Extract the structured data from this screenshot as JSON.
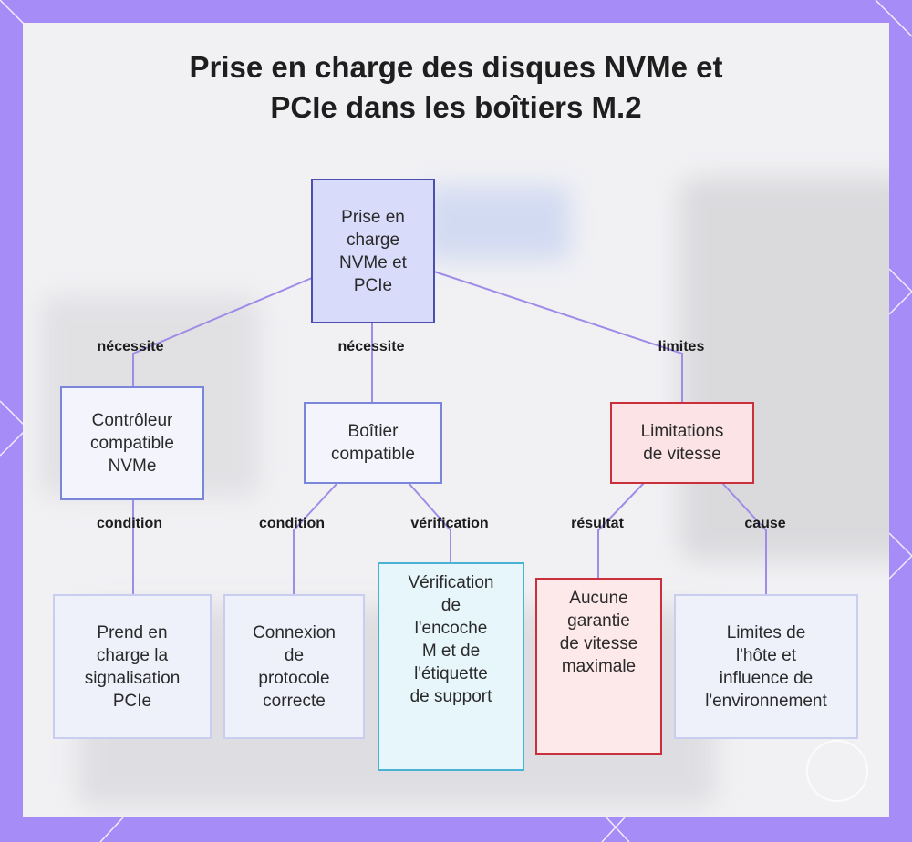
{
  "title_lines": [
    "Prise en charge des disques NVMe et",
    "PCIe dans les boîtiers M.2"
  ],
  "colors": {
    "background": "#a58cf6",
    "panel": "#f1f1f4",
    "edge": "#a08be6",
    "node_blue_border": "#7a86dc",
    "node_root_fill": "#d8dbfa",
    "node_cyan_border": "#4ab3d3",
    "node_red_border": "#c9303b"
  },
  "nodes": {
    "root": [
      "Prise en",
      "charge",
      "NVMe et",
      "PCIe"
    ],
    "controller": [
      "Contrôleur",
      "compatible",
      "NVMe"
    ],
    "enclosure": [
      "Boîtier",
      "compatible"
    ],
    "limits": [
      "Limitations",
      "de vitesse"
    ],
    "signaling": [
      "Prend en",
      "charge la",
      "signalisation",
      "PCIe"
    ],
    "connection": [
      "Connexion",
      "de",
      "protocole",
      "correcte"
    ],
    "verification": [
      "Vérification",
      "de",
      "l'encoche",
      "M et de",
      "l'étiquette",
      "de support"
    ],
    "guarantee": [
      "Aucune",
      "garantie",
      "de vitesse",
      "maximale"
    ],
    "host": [
      "Limites de",
      "l'hôte et",
      "influence de",
      "l'environnement"
    ]
  },
  "edges": {
    "root_controller": "nécessite",
    "root_enclosure": "nécessite",
    "root_limits": "limites",
    "controller_signaling": "condition",
    "enclosure_connection": "condition",
    "enclosure_verification": "vérification",
    "limits_guarantee": "résultat",
    "limits_host": "cause"
  }
}
